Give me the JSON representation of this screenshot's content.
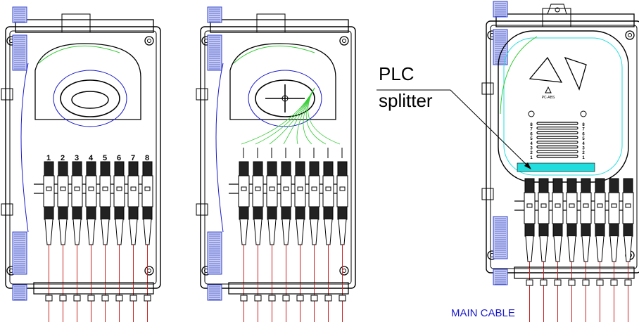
{
  "title": "Fiber distribution box configurations",
  "port_numbers": [
    "1",
    "2",
    "3",
    "4",
    "5",
    "6",
    "7",
    "8"
  ],
  "tray_numbers": [
    "8",
    "7",
    "6",
    "5",
    "4",
    "3",
    "2",
    "1"
  ],
  "tray_logo": "PC-ABS",
  "labels": {
    "plc_line1": "PLC",
    "plc_line2": "splitter",
    "main_cable": "MAIN CABLE"
  },
  "colors": {
    "outline": "#000000",
    "fiber_blue": "#1a1acc",
    "fiber_green": "#33cc33",
    "splitter_cyan": "#22dddd",
    "drop_red": "#cc2222",
    "clamp_blue": "#3344cc"
  },
  "port_count": 8
}
